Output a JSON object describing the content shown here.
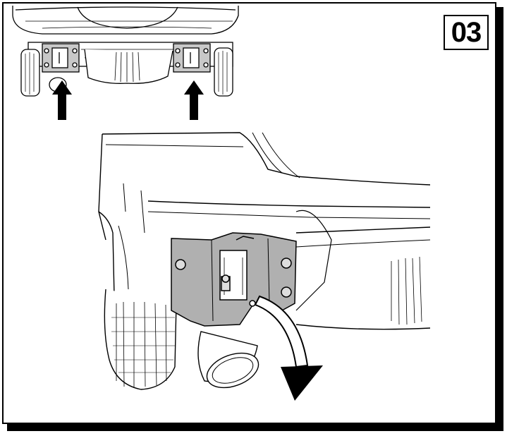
{
  "step_number": "03",
  "figures": {
    "overview": {
      "view": "rear-underside",
      "arrow_count": 2,
      "arrow_direction": "up"
    },
    "detail": {
      "part": "tow-bracket",
      "action_arrow": "curved-down"
    }
  },
  "colors": {
    "line": "#000000",
    "bracket_fill": "#b0b0b0",
    "background": "#ffffff"
  }
}
